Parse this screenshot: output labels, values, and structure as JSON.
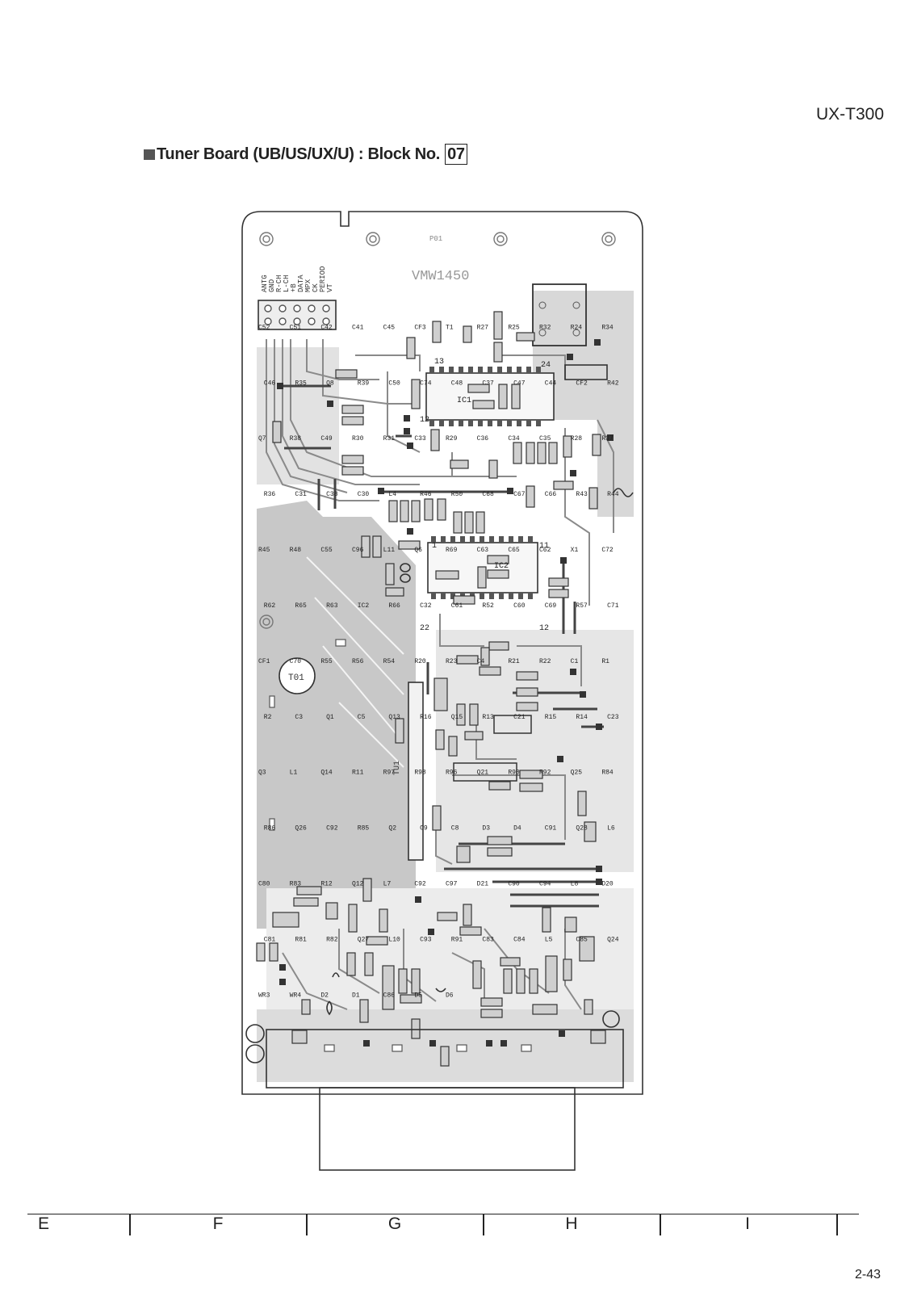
{
  "header": {
    "model": "UX-T300",
    "title": "Tuner Board (UB/US/UX/U) : Block No.",
    "block_no": "07"
  },
  "board": {
    "pcb_code": "VMW1450",
    "p_label": "P01",
    "connector_pins": [
      "ANTG",
      "GND",
      "R-CH",
      "L-CH",
      "+B",
      "DATA",
      "MPX",
      "CK",
      "PERIOD",
      "VT"
    ],
    "tuner_label": "TU1",
    "transformer_label": "T01",
    "ic_labels": [
      "IC1",
      "IC2"
    ],
    "pin_numbers": [
      "13",
      "24",
      "12",
      "1",
      "11",
      "22",
      "12"
    ],
    "components": [
      "C52",
      "C51",
      "C42",
      "C41",
      "C45",
      "CF3",
      "T1",
      "R27",
      "R25",
      "R32",
      "R24",
      "R34",
      "C46",
      "R35",
      "Q8",
      "R39",
      "C50",
      "C74",
      "C48",
      "C37",
      "C47",
      "C44",
      "CF2",
      "R42",
      "Q7",
      "R38",
      "C49",
      "R30",
      "R31",
      "C33",
      "R29",
      "C36",
      "C34",
      "C35",
      "R28",
      "R37",
      "R36",
      "C31",
      "C38",
      "C30",
      "L4",
      "R46",
      "R50",
      "C68",
      "C67",
      "C66",
      "R43",
      "R44",
      "R45",
      "R48",
      "C55",
      "C96",
      "L11",
      "Q6",
      "R69",
      "C63",
      "C65",
      "C62",
      "X1",
      "C72",
      "R62",
      "R65",
      "R63",
      "IC2",
      "R66",
      "C32",
      "C61",
      "R52",
      "C60",
      "C69",
      "R57",
      "C71",
      "CF1",
      "C70",
      "R55",
      "R56",
      "R54",
      "R20",
      "R23",
      "C4",
      "R21",
      "R22",
      "C1",
      "R1",
      "R2",
      "C3",
      "Q1",
      "C5",
      "Q13",
      "R16",
      "Q15",
      "R13",
      "C21",
      "R15",
      "R14",
      "C23",
      "Q3",
      "L1",
      "Q14",
      "R11",
      "R97",
      "R98",
      "R96",
      "Q21",
      "R90",
      "R92",
      "Q25",
      "R84",
      "R86",
      "Q26",
      "C92",
      "R85",
      "Q2",
      "C9",
      "C8",
      "D3",
      "D4",
      "C91",
      "Q28",
      "L6",
      "C80",
      "R83",
      "R12",
      "Q12",
      "L7",
      "C92",
      "C97",
      "D21",
      "C90",
      "C94",
      "L8",
      "D20",
      "C81",
      "R81",
      "R82",
      "Q27",
      "L10",
      "C93",
      "R91",
      "C83",
      "C84",
      "L5",
      "C85",
      "Q24",
      "WR3",
      "WR4",
      "D2",
      "D1",
      "C86",
      "D5",
      "D6"
    ]
  },
  "zones": [
    "E",
    "F",
    "G",
    "H",
    "I"
  ],
  "page_number": "2-43"
}
